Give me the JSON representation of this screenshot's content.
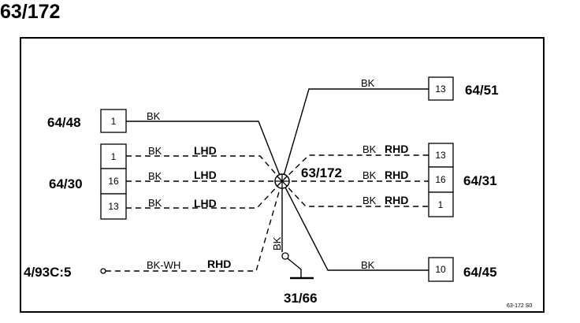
{
  "title": "63/172",
  "splice": {
    "label": "63/172"
  },
  "ground": {
    "label": "31/66",
    "wire_color": "BK"
  },
  "connectors": {
    "c6448": {
      "label": "64/48",
      "pins": [
        "1"
      ]
    },
    "c6430": {
      "label": "64/30",
      "pins": [
        "1",
        "16",
        "13"
      ]
    },
    "c6451": {
      "label": "64/51",
      "pins": [
        "13"
      ]
    },
    "c6431": {
      "label": "64/31",
      "pins": [
        "13",
        "16",
        "1"
      ]
    },
    "c6445": {
      "label": "64/45",
      "pins": [
        "10"
      ]
    },
    "c493c": {
      "label": "4/93C:5"
    }
  },
  "wires": {
    "w6448": {
      "color": "BK"
    },
    "w6430": [
      {
        "color": "BK",
        "variant": "LHD"
      },
      {
        "color": "BK",
        "variant": "LHD"
      },
      {
        "color": "BK",
        "variant": "LHD"
      }
    ],
    "w6451": {
      "color": "BK"
    },
    "w6431": [
      {
        "color": "BK",
        "variant": "RHD"
      },
      {
        "color": "BK",
        "variant": "RHD"
      },
      {
        "color": "BK",
        "variant": "RHD"
      }
    ],
    "w6445": {
      "color": "BK"
    },
    "w493c": {
      "color": "BK-WH",
      "variant": "RHD"
    }
  },
  "footer_code": "63-172  S0"
}
